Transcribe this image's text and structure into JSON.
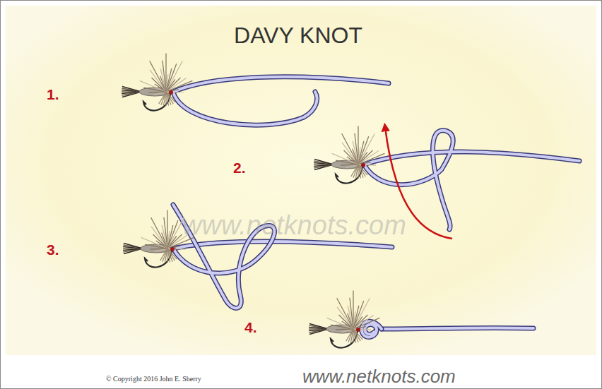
{
  "diagram": {
    "title": "DAVY KNOT",
    "labels": [
      "1.",
      "2.",
      "3.",
      "4.",
      "www.netknots.com",
      "© Copyright 2016 John E. Sherry",
      "www.netknots.com"
    ]
  }
}
